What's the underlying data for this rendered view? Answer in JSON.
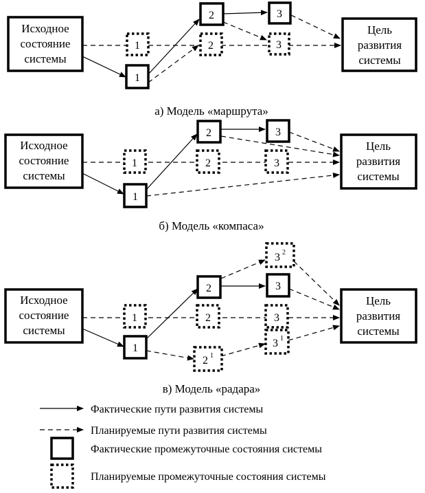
{
  "panels": [
    {
      "caption": "а) Модель «маршрута»",
      "start_box": [
        "Исходное",
        "состояние",
        "системы"
      ],
      "goal_box": [
        "Цель",
        "развития",
        "системы"
      ],
      "actual_nodes": [
        {
          "label": "1"
        },
        {
          "label": "2"
        },
        {
          "label": "3"
        }
      ],
      "planned_nodes": [
        {
          "label": "1"
        },
        {
          "label": "2"
        },
        {
          "label": "3"
        }
      ]
    },
    {
      "caption": "б) Модель «компаса»",
      "start_box": [
        "Исходное",
        "состояние",
        "системы"
      ],
      "goal_box": [
        "Цель",
        "развития",
        "системы"
      ],
      "actual_nodes": [
        {
          "label": "1"
        },
        {
          "label": "2"
        },
        {
          "label": "3"
        }
      ],
      "planned_nodes": [
        {
          "label": "1"
        },
        {
          "label": "2"
        },
        {
          "label": "3"
        }
      ]
    },
    {
      "caption": "в) Модель «радара»",
      "start_box": [
        "Исходное",
        "состояние",
        "системы"
      ],
      "goal_box": [
        "Цель",
        "развития",
        "системы"
      ],
      "actual_nodes": [
        {
          "label": "1"
        },
        {
          "label": "2"
        },
        {
          "label": "3"
        }
      ],
      "planned_nodes": [
        {
          "label": "1"
        },
        {
          "label": "2"
        },
        {
          "label": "3"
        },
        {
          "label": "3",
          "sup": "2"
        },
        {
          "label": "3",
          "sup": "1"
        },
        {
          "label": "2",
          "sup": "1"
        }
      ]
    }
  ],
  "legend": {
    "actual_paths": "Фактические пути развития системы",
    "planned_paths": "Планируемые пути развития системы",
    "actual_states": "Фактические промежуточные состояния системы",
    "planned_states": "Планируемые промежуточные состояния системы"
  }
}
